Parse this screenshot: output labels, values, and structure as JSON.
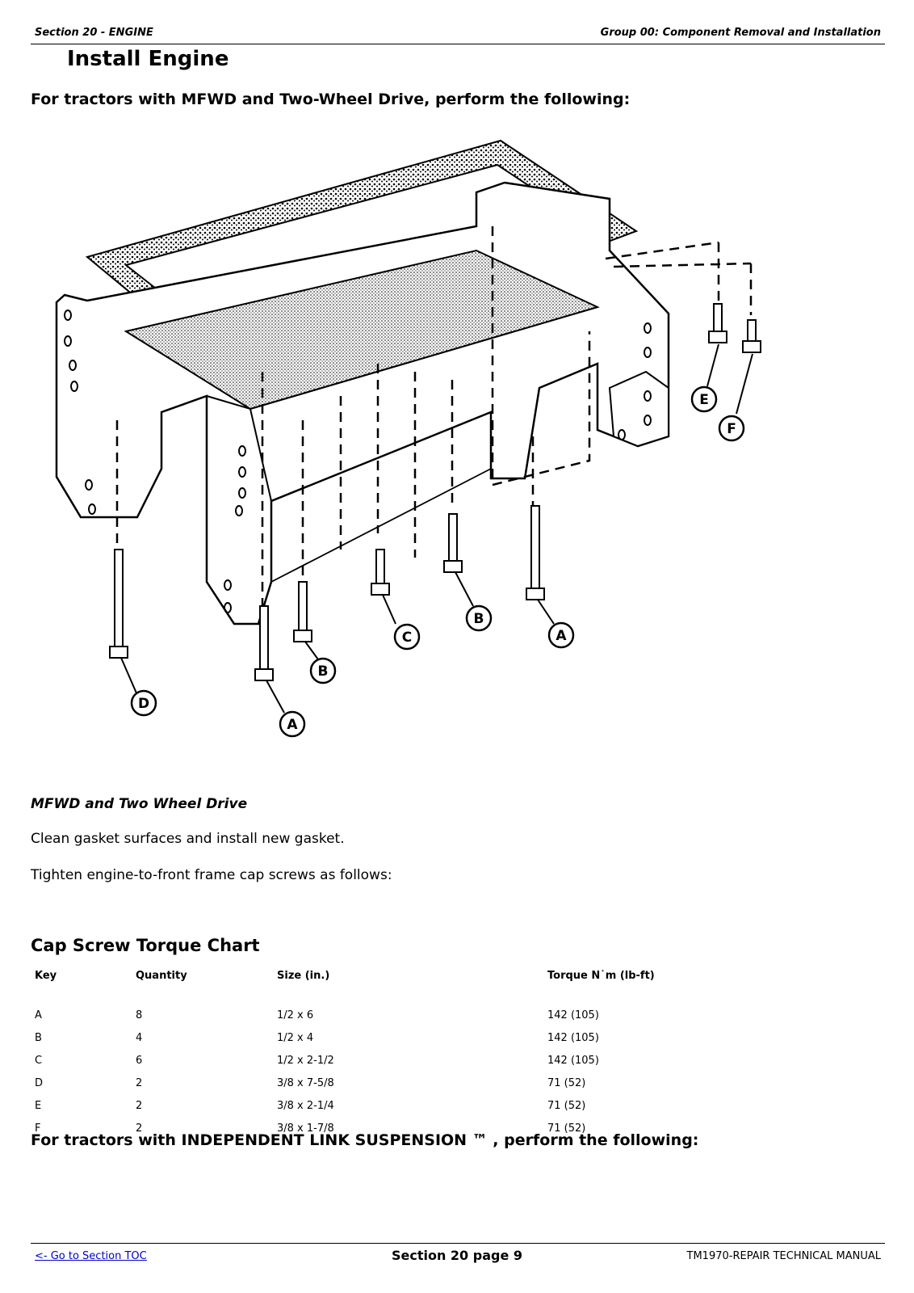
{
  "header": {
    "section": "Section 20 - ENGINE",
    "group": "Group 00: Component Removal and Installation"
  },
  "title": "Install Engine",
  "intro_heading": "For tractors with MFWD and Two-Wheel Drive, perform the following:",
  "figure": {
    "callouts": [
      "A",
      "B",
      "C",
      "B",
      "A",
      "D",
      "E",
      "F"
    ]
  },
  "caption": "MFWD and Two Wheel Drive",
  "steps": [
    "Clean gasket surfaces and install new gasket.",
    "Tighten engine-to-front frame cap screws as follows:"
  ],
  "torque_chart": {
    "title": "Cap Screw Torque Chart",
    "columns": [
      "Key",
      "Quantity",
      "Size (in.)",
      "Torque N˙m (lb-ft)"
    ],
    "rows": [
      [
        "A",
        "8",
        "1/2 x 6",
        "142 (105)"
      ],
      [
        "B",
        "4",
        "1/2 x 4",
        "142 (105)"
      ],
      [
        "C",
        "6",
        "1/2 x 2-1/2",
        "142 (105)"
      ],
      [
        "D",
        "2",
        "3/8 x 7-5/8",
        "71 (52)"
      ],
      [
        "E",
        "2",
        "3/8 x 2-1/4",
        "71 (52)"
      ],
      [
        "F",
        "2",
        "3/8 x 1-7/8",
        "71 (52)"
      ]
    ]
  },
  "ils_heading": "For tractors with INDEPENDENT LINK SUSPENSION ™ , perform the following:",
  "footer": {
    "toc_link": "<- Go to Section TOC",
    "page": "Section 20 page 9",
    "manual": "TM1970-REPAIR TECHNICAL MANUAL"
  }
}
